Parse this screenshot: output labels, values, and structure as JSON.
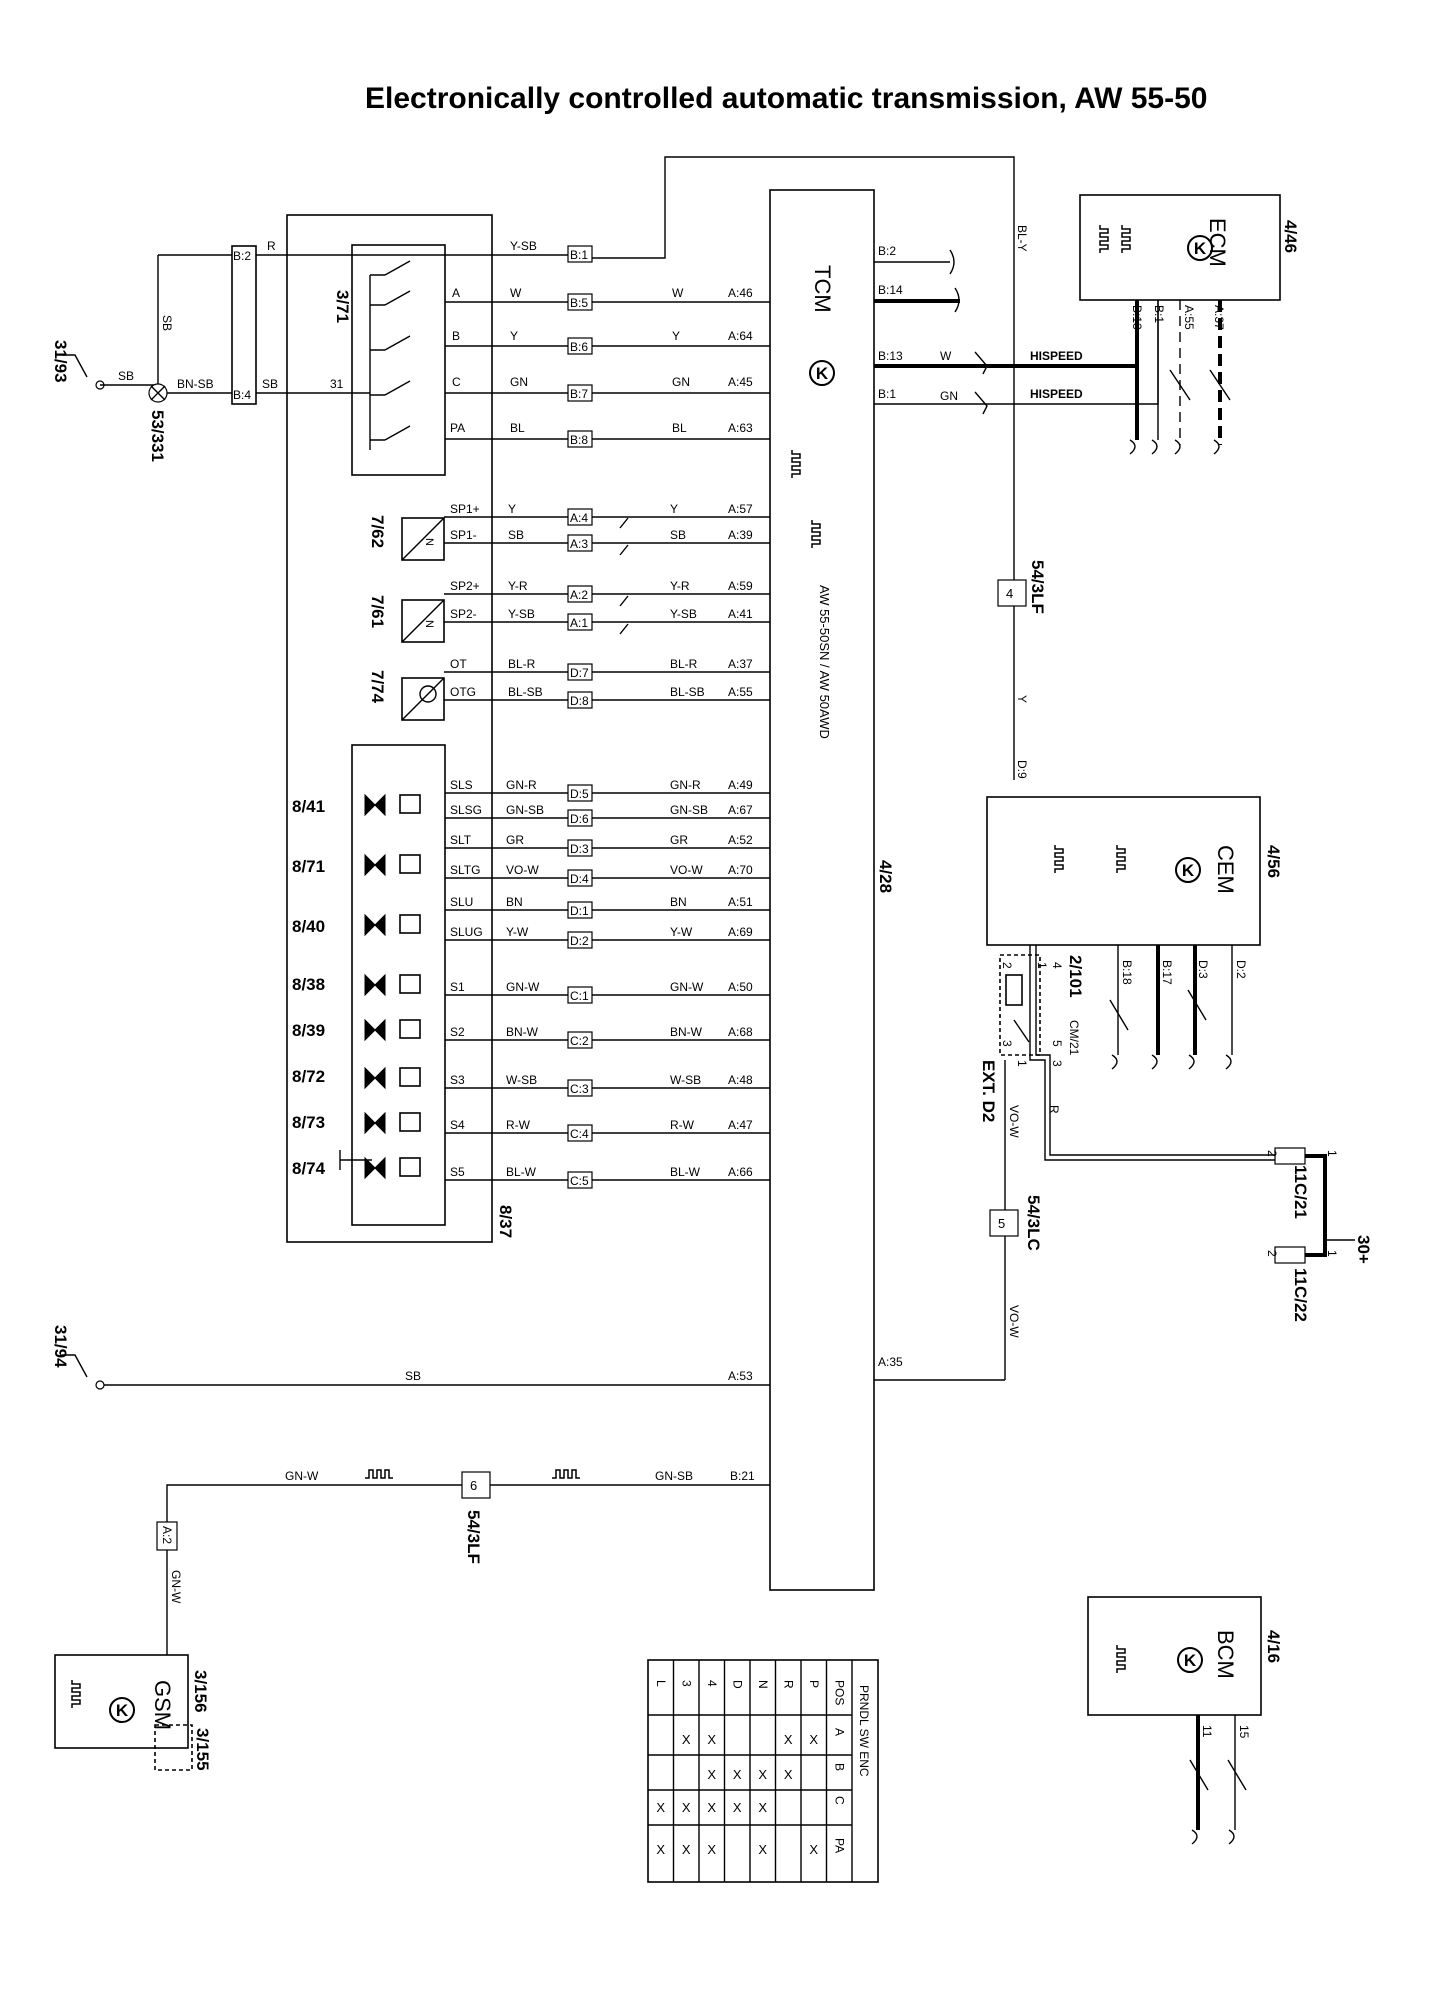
{
  "title": "Electronically controlled automatic transmission, AW 55-50",
  "components": {
    "tcm": {
      "name": "TCM",
      "id": "4/28",
      "variant": "AW 55-50SN / AW 50AWD"
    },
    "ecm": {
      "name": "ECM",
      "id": "4/46"
    },
    "cem": {
      "name": "CEM",
      "id": "4/56"
    },
    "bcm": {
      "name": "BCM",
      "id": "4/16"
    },
    "gsm": {
      "name": "GSM",
      "id": "3/156"
    },
    "gear_selector_switch": "3/71",
    "gsm_aux": "3/155",
    "switch_3193": "31/93",
    "switch_3194": "31/94",
    "ground_point": "53/331",
    "speed_sensor_1": "7/62",
    "speed_sensor_2": "7/61",
    "oil_temp_sensor": "7/74",
    "valve_body": "8/37",
    "relay": "2/101",
    "ext_d2": "EXT. D2",
    "cm_21": "CM/21",
    "connector_11c21": "11C/21",
    "connector_11c22": "11C/22",
    "supply": "30+",
    "solenoids": [
      "8/41",
      "8/71",
      "8/40",
      "8/38",
      "8/39",
      "8/72",
      "8/73",
      "8/74"
    ]
  },
  "splices": {
    "lf_a": "54/3LF",
    "lf_b": "54/3LF",
    "lc": "54/3LC"
  },
  "splice_pins": {
    "lf_a": "4",
    "lc": "5",
    "lf_b": "6"
  },
  "wiring": {
    "gear_switch": [
      {
        "sw": "",
        "col": "Y-SB",
        "conn": "B:1"
      },
      {
        "sw": "A",
        "col": "W",
        "conn": "B:5",
        "tcm_col": "W",
        "tcm_pin": "A:46"
      },
      {
        "sw": "B",
        "col": "Y",
        "conn": "B:6",
        "tcm_col": "Y",
        "tcm_pin": "A:64"
      },
      {
        "sw": "C",
        "col": "GN",
        "conn": "B:7",
        "tcm_col": "GN",
        "tcm_pin": "A:45"
      },
      {
        "sw": "PA",
        "col": "BL",
        "conn": "B:8",
        "tcm_col": "BL",
        "tcm_pin": "A:63"
      }
    ],
    "left_supply": {
      "r": "R",
      "sb": "SB",
      "bnsb": "BN-SB",
      "sb2": "SB",
      "pin31": "31",
      "conn_b2": "B:2",
      "conn_b4": "B:4"
    },
    "sensors": [
      {
        "sig": "SP1+",
        "col": "Y",
        "conn": "A:4",
        "tcm_col": "Y",
        "tcm_pin": "A:57"
      },
      {
        "sig": "SP1-",
        "col": "SB",
        "conn": "A:3",
        "tcm_col": "SB",
        "tcm_pin": "A:39"
      },
      {
        "sig": "SP2+",
        "col": "Y-R",
        "conn": "A:2",
        "tcm_col": "Y-R",
        "tcm_pin": "A:59"
      },
      {
        "sig": "SP2-",
        "col": "Y-SB",
        "conn": "A:1",
        "tcm_col": "Y-SB",
        "tcm_pin": "A:41"
      },
      {
        "sig": "OT",
        "col": "BL-R",
        "conn": "D:7",
        "tcm_col": "BL-R",
        "tcm_pin": "A:37"
      },
      {
        "sig": "OTG",
        "col": "BL-SB",
        "conn": "D:8",
        "tcm_col": "BL-SB",
        "tcm_pin": "A:55"
      }
    ],
    "valves": [
      {
        "sig": "SLS",
        "col": "GN-R",
        "conn": "D:5",
        "tcm_col": "GN-R",
        "tcm_pin": "A:49"
      },
      {
        "sig": "SLSG",
        "col": "GN-SB",
        "conn": "D:6",
        "tcm_col": "GN-SB",
        "tcm_pin": "A:67"
      },
      {
        "sig": "SLT",
        "col": "GR",
        "conn": "D:3",
        "tcm_col": "GR",
        "tcm_pin": "A:52"
      },
      {
        "sig": "SLTG",
        "col": "VO-W",
        "conn": "D:4",
        "tcm_col": "VO-W",
        "tcm_pin": "A:70"
      },
      {
        "sig": "SLU",
        "col": "BN",
        "conn": "D:1",
        "tcm_col": "BN",
        "tcm_pin": "A:51"
      },
      {
        "sig": "SLUG",
        "col": "Y-W",
        "conn": "D:2",
        "tcm_col": "Y-W",
        "tcm_pin": "A:69"
      },
      {
        "sig": "S1",
        "col": "GN-W",
        "conn": "C:1",
        "tcm_col": "GN-W",
        "tcm_pin": "A:50"
      },
      {
        "sig": "S2",
        "col": "BN-W",
        "conn": "C:2",
        "tcm_col": "BN-W",
        "tcm_pin": "A:68"
      },
      {
        "sig": "S3",
        "col": "W-SB",
        "conn": "C:3",
        "tcm_col": "W-SB",
        "tcm_pin": "A:48"
      },
      {
        "sig": "S4",
        "col": "R-W",
        "conn": "C:4",
        "tcm_col": "R-W",
        "tcm_pin": "A:47"
      },
      {
        "sig": "S5",
        "col": "BL-W",
        "conn": "C:5",
        "tcm_col": "BL-W",
        "tcm_pin": "A:66"
      }
    ],
    "tcm_right": {
      "b2": "B:2",
      "b14": "B:14",
      "b13": "B:13",
      "b1": "B:1",
      "a35": "A:35",
      "b21": "B:21",
      "w": "W",
      "gn": "GN",
      "hispeed": "HISPEED"
    },
    "tcm_left": {
      "a53": "A:53",
      "sb": "SB"
    },
    "ecm_pins": [
      "B:13",
      "B:1",
      "A:55",
      "A:37"
    ],
    "bl_y": "BL-Y",
    "y": "Y",
    "vo_w": "VO-W",
    "r": "R",
    "cem_d9": "D:9",
    "cem_pins": [
      "B:18",
      "B:17",
      "D:3",
      "D:2"
    ],
    "relay_pins": [
      "2",
      "1",
      "4",
      "3",
      "1",
      "5",
      "3"
    ],
    "conn_pins": [
      "1",
      "2",
      "1",
      "2"
    ],
    "gsm_line": {
      "col1": "GN-W",
      "col2": "GN-SB",
      "conn": "A:2",
      "col3": "GN-W"
    },
    "bcm_pins": [
      "11",
      "15"
    ]
  },
  "pos_table": {
    "header": "PRNDL SW ENC",
    "columns": [
      "POS",
      "A",
      "B",
      "C",
      "PA"
    ],
    "rows": [
      [
        "P",
        "X",
        "",
        "",
        "X"
      ],
      [
        "R",
        "X",
        "X",
        "",
        ""
      ],
      [
        "N",
        "",
        "X",
        "X",
        "X"
      ],
      [
        "D",
        "",
        "X",
        "X",
        ""
      ],
      [
        "4",
        "X",
        "X",
        "X",
        "X"
      ],
      [
        "3",
        "X",
        "",
        "X",
        "X"
      ],
      [
        "L",
        "",
        "",
        "X",
        "X"
      ]
    ]
  },
  "bus_icons": {
    "can": "CAN"
  }
}
